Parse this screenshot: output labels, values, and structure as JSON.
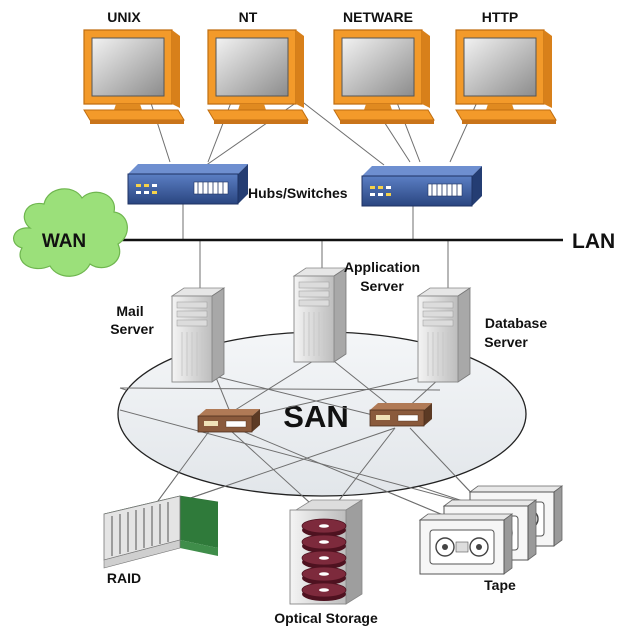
{
  "clients": [
    {
      "label": "UNIX"
    },
    {
      "label": "NT"
    },
    {
      "label": "NETWARE"
    },
    {
      "label": "HTTP"
    }
  ],
  "hubs_label": "Hubs/Switches",
  "wan_label": "WAN",
  "lan_label": "LAN",
  "san_label": "SAN",
  "servers": {
    "mail": [
      "Mail",
      "Server"
    ],
    "application": [
      "Application",
      "Server"
    ],
    "database": [
      "Database",
      "Server"
    ]
  },
  "storage": {
    "raid": "RAID",
    "optical": "Optical Storage",
    "tape": "Tape"
  },
  "colors": {
    "monitor_orange": "#f39a2a",
    "hub_blue": "#3a5ea8",
    "wan_green": "#9be07a",
    "san_fill": "#eef1f4",
    "switch_brown": "#8a5a3c",
    "raid_green": "#3f8d4a",
    "disc_maroon": "#7d2a3c"
  }
}
